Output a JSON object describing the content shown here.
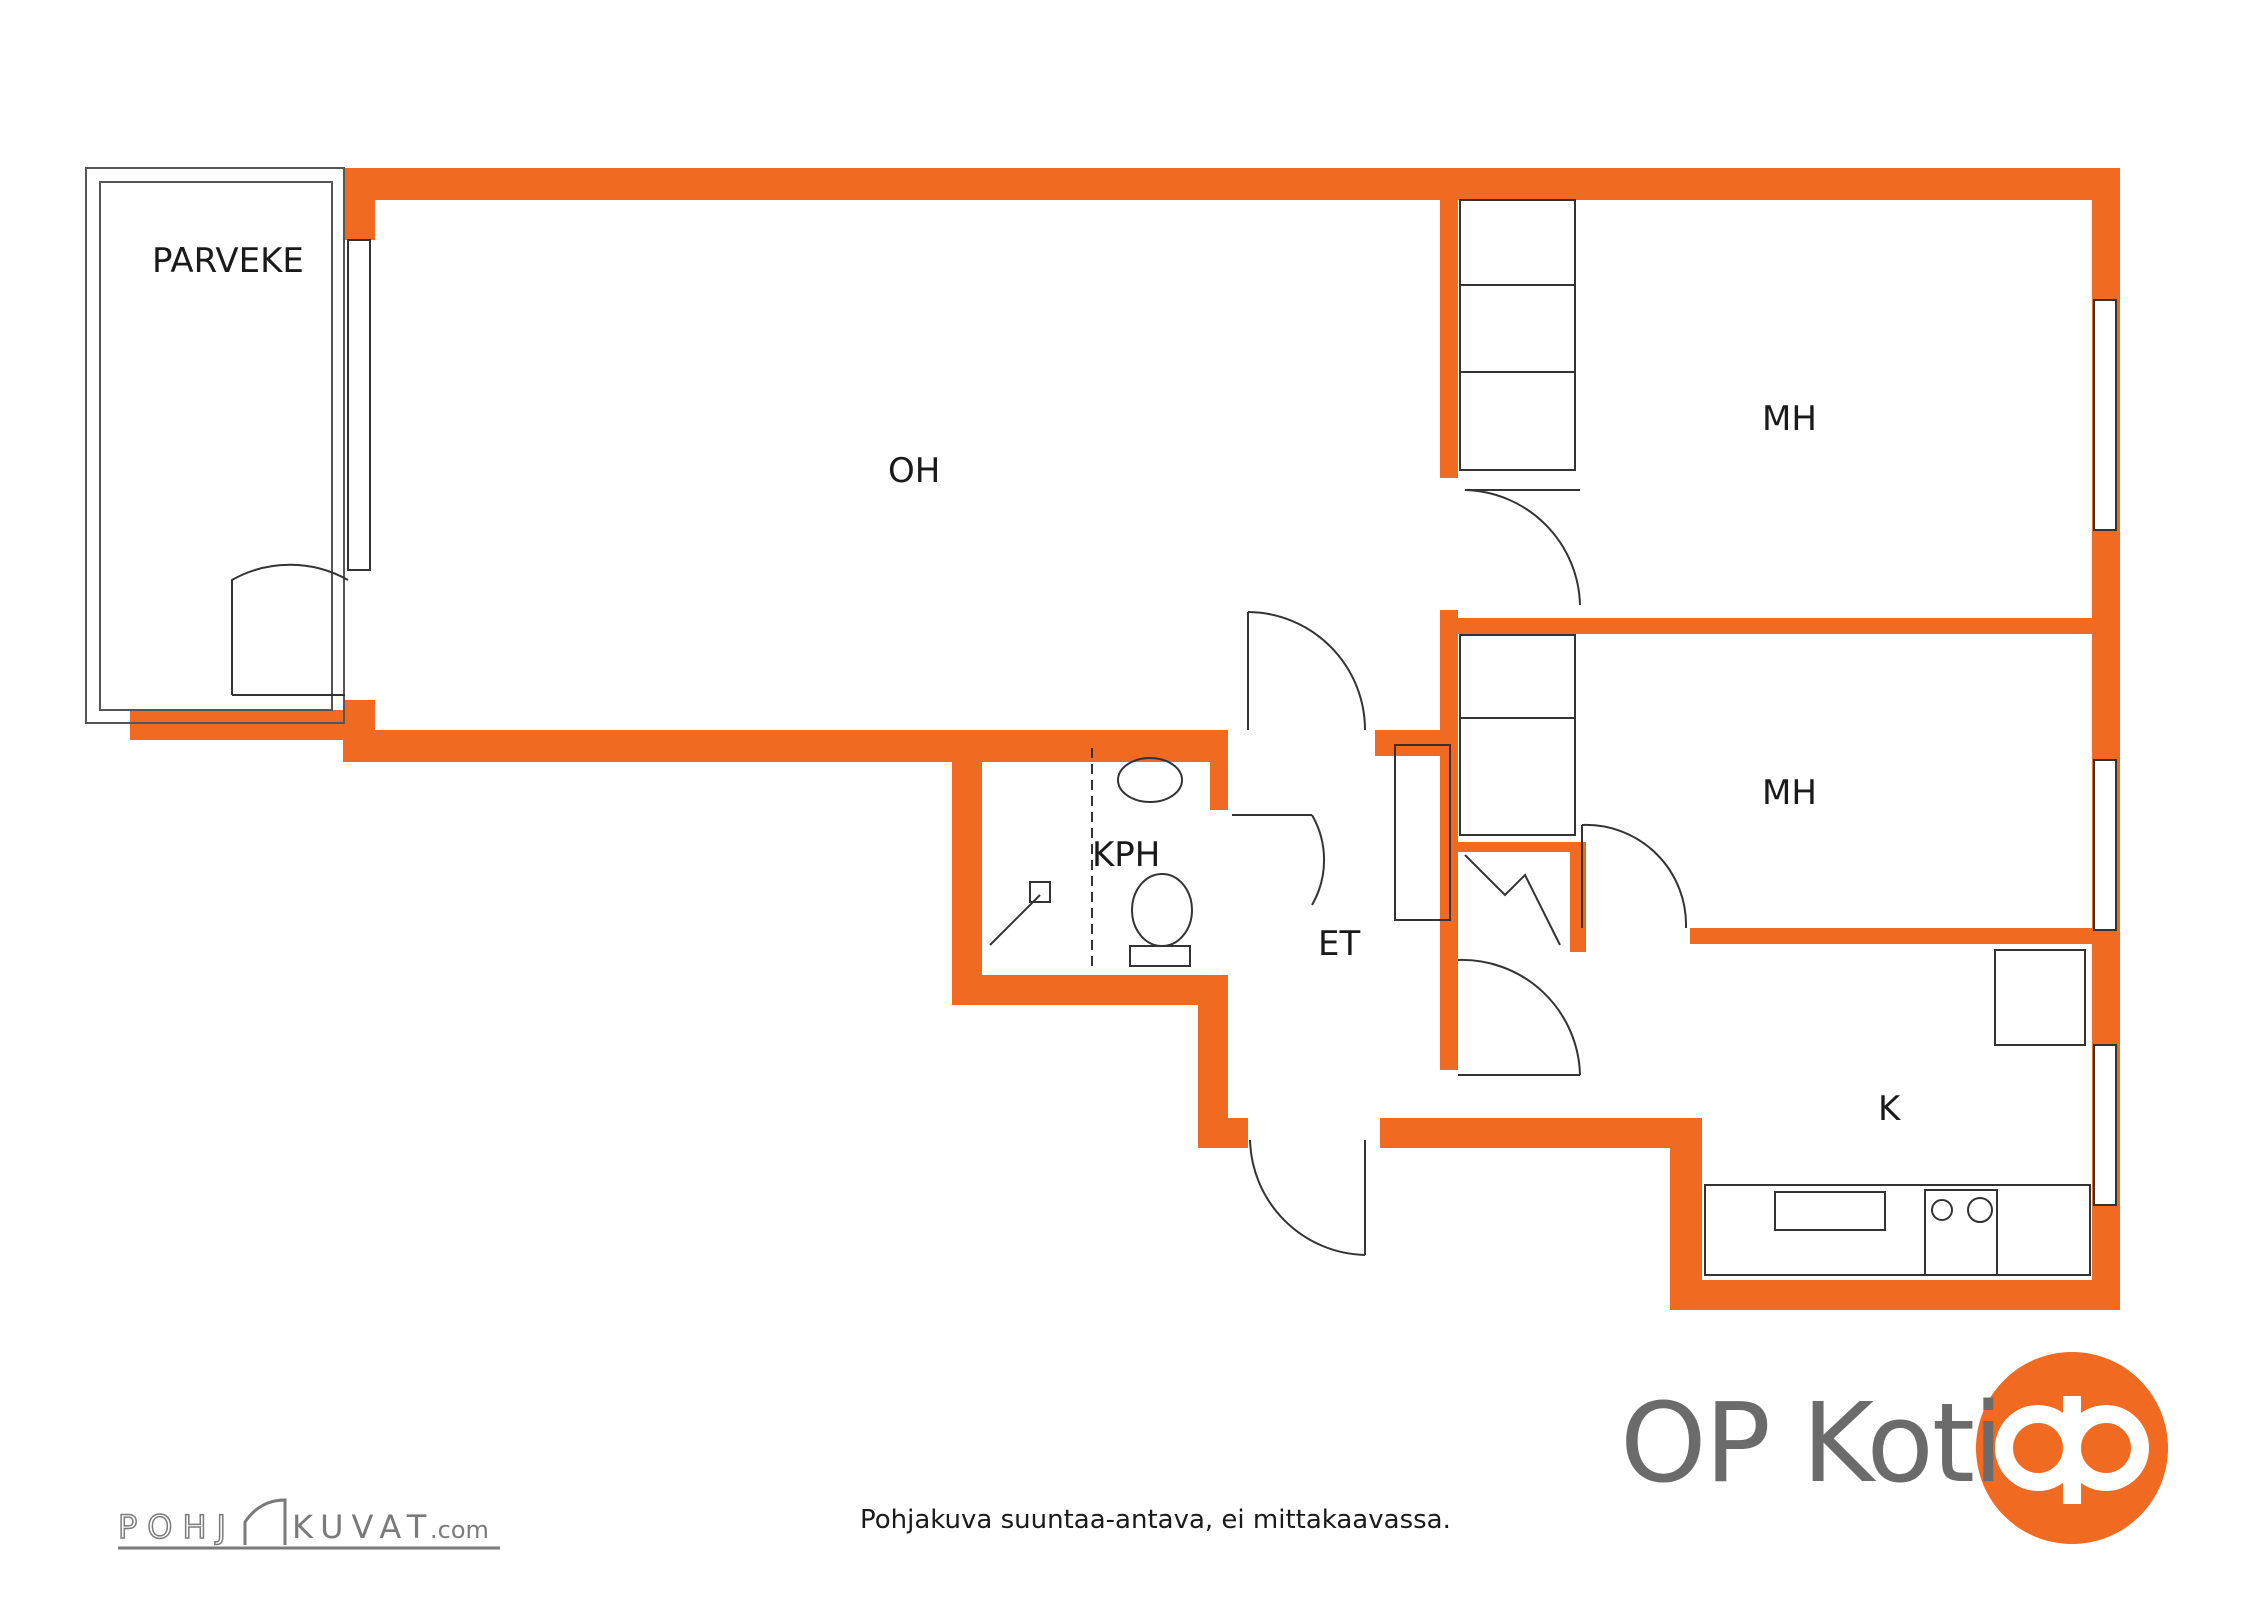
{
  "rooms": {
    "parveke": "PARVEKE",
    "oh": "OH",
    "mh_top": "MH",
    "mh_mid": "MH",
    "kph": "KPH",
    "et": "ET",
    "k": "K"
  },
  "footer": {
    "disclaimer": "Pohjakuva suuntaa-antava, ei mittakaavassa.",
    "watermark_left": "POHJ",
    "watermark_right": "KUVAT",
    "watermark_suffix": ".com"
  },
  "brand": {
    "name": "OP Koti"
  },
  "colors": {
    "wall": "#f06a22",
    "line": "#222222",
    "brand_text": "#6b6b6b",
    "watermark": "#7a7a7a"
  }
}
